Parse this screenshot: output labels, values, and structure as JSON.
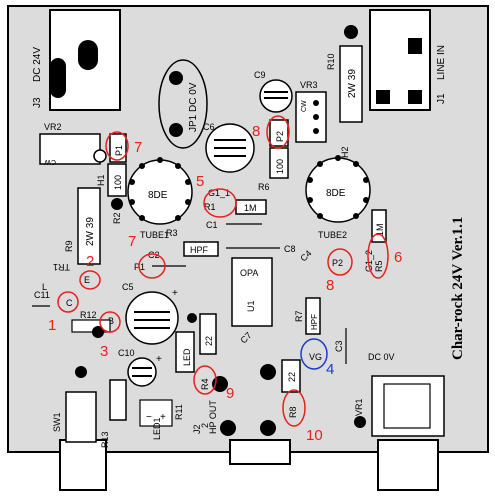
{
  "colors": {
    "board_fill": "#dcdcdc",
    "silkscreen": "#000000",
    "highlight_red": "#e8201c",
    "highlight_blue": "#1a3ccf"
  },
  "board": {
    "title": "Char-rock 24V Ver.1.1",
    "jacks": {
      "dc24v_ref": "J3",
      "dc24v_label": "DC 24V",
      "line_in_ref": "J1",
      "line_in_label": "LINE IN",
      "hp_out_ref": "J2",
      "hp_out_label": "HP OUT",
      "hp_out_sub": "2"
    },
    "tubes": {
      "tube1": "TUBE1",
      "tube2": "TUBE2",
      "socket_label": "8DE"
    },
    "labels": {
      "jp1": "JP1 DC 0V",
      "vr1": "VR1",
      "vr2": "VR2",
      "vr3": "VR3",
      "sw1": "SW1",
      "led1": "LED1",
      "led": "LED",
      "u1": "U1",
      "opa": "OPA",
      "dc0v": "DC 0V",
      "r1": "R1",
      "r2": "R2",
      "r3": "R3",
      "r5": "R5",
      "r6": "R6",
      "r7": "R7",
      "r8": "R8",
      "r9": "R9",
      "r10": "R10",
      "r11": "R11",
      "r12": "R12",
      "r13": "R13",
      "r4": "R4",
      "c1": "C1",
      "c2": "C2",
      "c3": "C3",
      "c4": "C4",
      "c5": "C5",
      "c6": "C6",
      "c7": "C7",
      "c8": "C8",
      "c9": "C9",
      "c10": "C10",
      "c11": "C11",
      "h1": "H1",
      "h2": "H2",
      "tr1": "TR1",
      "p1": "P1",
      "p2": "P2",
      "g1_1": "G1_1",
      "g1_2": "G1_2",
      "vg": "VG",
      "b": "B",
      "c": "C",
      "e": "E",
      "hpf1": "HPF",
      "hpf2": "HPF",
      "val_100a": "100",
      "val_100b": "100",
      "val_1m_a": "1M",
      "val_1m_b": "1M",
      "val_2w39_a": "2W 39",
      "val_2w39_b": "2W 39",
      "val_22a": "22",
      "val_22b": "22",
      "cw1": "CW",
      "cw2": "CW",
      "minus": "−",
      "plus1": "+",
      "plus2": "+",
      "plus3": "+",
      "l_mark": "L"
    },
    "callouts": [
      "1",
      "2",
      "3",
      "4",
      "5",
      "6",
      "7",
      "7",
      "8",
      "8",
      "9",
      "10"
    ]
  }
}
